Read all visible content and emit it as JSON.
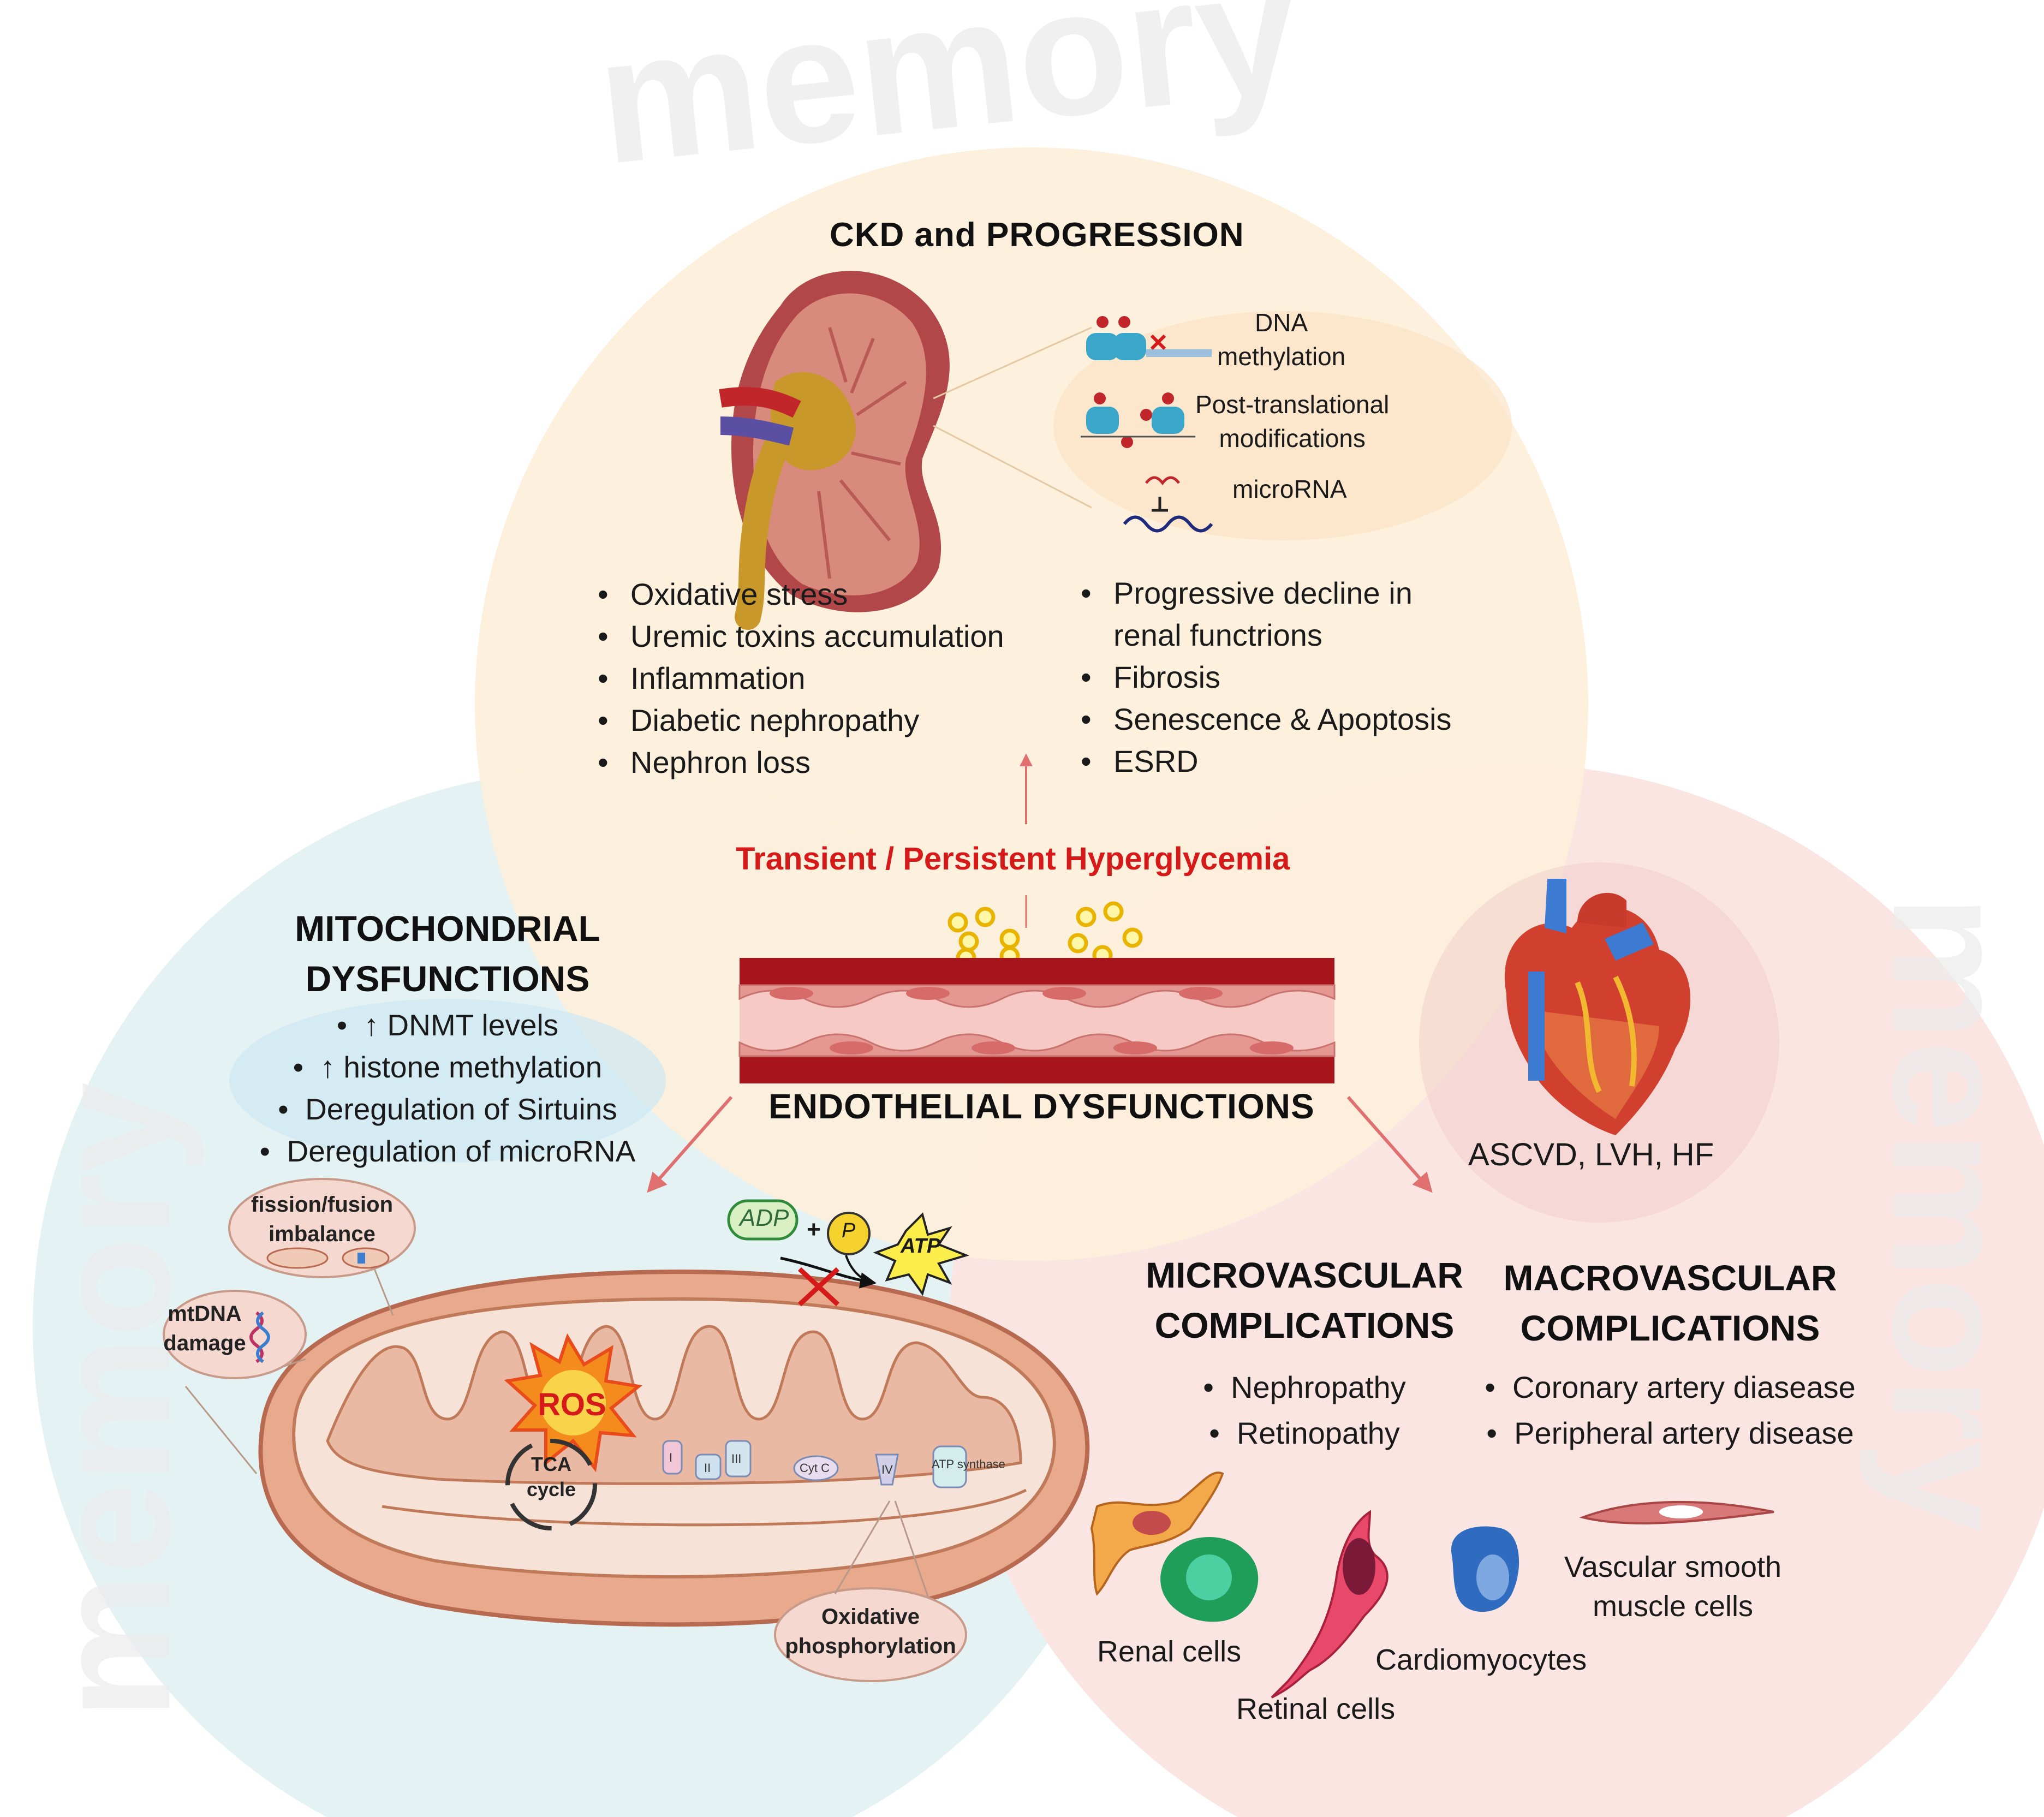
{
  "watermark": "memory",
  "ckd": {
    "title": "CKD and PROGRESSION",
    "epigenetics": {
      "dna_methylation": "DNA\nmethylation",
      "ptm": "Post-translational\nmodifications",
      "microrna": "microRNA"
    },
    "left_bullets": [
      "Oxidative stress",
      "Uremic toxins accumulation",
      "Inflammation",
      "Diabetic nephropathy",
      "Nephron loss"
    ],
    "right_bullets": [
      "Progressive decline in",
      "renal functrions",
      "Fibrosis",
      "Senescence & Apoptosis",
      "ESRD"
    ]
  },
  "hyperglycemia": "Transient / Persistent Hyperglycemia",
  "endothelial": "ENDOTHELIAL DYSFUNCTIONS",
  "mito": {
    "title_line1": "MITOCHONDRIAL",
    "title_line2": "DYSFUNCTIONS",
    "bullets": [
      "↑ DNMT levels",
      "↑ histone methylation",
      "Deregulation of Sirtuins",
      "Deregulation of microRNA"
    ],
    "fission": "fission/fusion\nimbalance",
    "mtdna": "mtDNA\ndamage",
    "ros": "ROS",
    "tca": "TCA\ncycle",
    "adp": "ADP",
    "p": "P",
    "atp": "ATP",
    "oxphos": "Oxidative\nphosphorylation",
    "complexes": [
      "I",
      "II",
      "III",
      "Cyt C",
      "IV",
      "ATP synthase"
    ]
  },
  "cardio": {
    "label": "ASCVD, LVH, HF"
  },
  "micro": {
    "title_line1": "MICROVASCULAR",
    "title_line2": "COMPLICATIONS",
    "bullets": [
      "Nephropathy",
      "Retinopathy"
    ]
  },
  "macro": {
    "title_line1": "MACROVASCULAR",
    "title_line2": "COMPLICATIONS",
    "bullets": [
      "Coronary artery diasease",
      "Peripheral artery disease"
    ]
  },
  "cells": {
    "renal": "Renal cells",
    "retinal": "Retinal cells",
    "cardio": "Cardiomyocytes",
    "vsmc": "Vascular smooth\nmuscle cells"
  },
  "colors": {
    "ckd_circle": "#fdf0dc",
    "mito_circle": "#e4f2f4",
    "cardio_circle": "#fbe5e3",
    "hyperglycemia_text": "#d61a1a",
    "arrow": "#e07070"
  }
}
